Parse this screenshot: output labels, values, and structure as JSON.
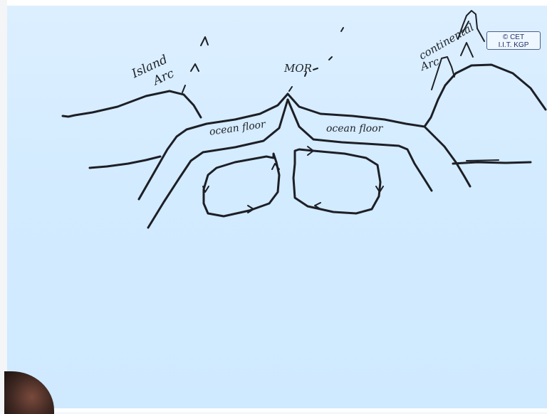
{
  "watermark": {
    "line1": "© CET",
    "line2": "I.I.T. KGP"
  },
  "labels": {
    "island_arc_line1": "Island",
    "island_arc_line2": "Arc",
    "mor": "MOR",
    "ocean_floor_left": "ocean floor",
    "ocean_floor_right": "ocean floor",
    "continental_arc_line1": "continental",
    "continental_arc_line2": "Arc"
  },
  "colors": {
    "board": "#d6ecff",
    "ink": "#1d1f26",
    "watermark_text": "#1f2f66"
  }
}
